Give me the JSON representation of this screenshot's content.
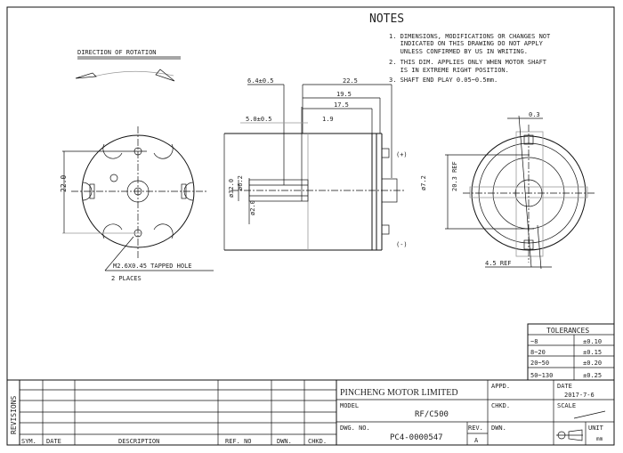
{
  "notes": {
    "title": "NOTES",
    "lines": [
      "1. DIMENSIONS, MODIFICATIONS OR CHANGES NOT",
      "   INDICATED ON THIS DRAWING DO NOT APPLY",
      "   UNLESS CONFIRMED BY US IN WRITING.",
      "2. THIS DIM. APPLIES ONLY WHEN MOTOR SHAFT",
      "   IS IN EXTREME RIGHT POSITION.",
      "3. SHAFT END PLAY 0.05~0.5mm."
    ]
  },
  "rotation": {
    "label": "DIRECTION OF ROTATION"
  },
  "front_view": {
    "dim_22": "22.0",
    "hole_note": "M2.6X0.45 TAPPED HOLE",
    "places": "2 PLACES"
  },
  "side_view": {
    "dims": [
      "6.4±0.5",
      "22.5",
      "19.5",
      "17.5",
      "5.0±0.5",
      "1.9",
      "ø32.0",
      "ø6.2",
      "ø2.0",
      "ø7.2"
    ],
    "terminal_plus": "(+)",
    "terminal_minus": "(-)"
  },
  "rear_view": {
    "dim_03": "0.3",
    "dim_ref": "20.3 REF",
    "dim_45": "4.5 REF"
  },
  "tolerances": {
    "title": "TOLERANCES",
    "rows": [
      [
        "~8",
        "±0.10"
      ],
      [
        "8~20",
        "±0.15"
      ],
      [
        "20~50",
        "±0.20"
      ],
      [
        "50~130",
        "±0.25"
      ]
    ]
  },
  "title_block": {
    "revisions": "REVISIONS",
    "columns": [
      "SYM.",
      "DATE",
      "DESCRIPTION",
      "REF. NO",
      "DWN.",
      "CHKD."
    ],
    "company": "PINCHENG MOTOR LIMITED",
    "appd": "APPD.",
    "date_label": "DATE",
    "date": "2017-7-6",
    "model_label": "MODEL",
    "model": "RF/C500",
    "chkd": "CHKD.",
    "scale_label": "SCALE",
    "dwg_label": "DWG. NO.",
    "dwg_no": "PC4-0000547",
    "rev_label": "REV.",
    "rev": "A",
    "dwn": "DWN.",
    "unit_label": "UNIT",
    "unit": "mm"
  }
}
